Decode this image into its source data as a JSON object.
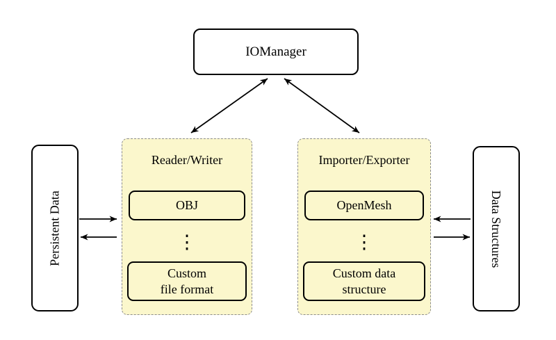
{
  "diagram": {
    "io_manager": {
      "label": "IOManager"
    },
    "persistent_data": {
      "label": "Persistent Data"
    },
    "data_structures": {
      "label": "Data Structures"
    },
    "reader_writer": {
      "label": "Reader/Writer",
      "top_item": "OBJ",
      "dots": "⋮",
      "bottom_item_line1": "Custom",
      "bottom_item_line2": "file format"
    },
    "importer_exporter": {
      "label": "Importer/Exporter",
      "top_item": "OpenMesh",
      "dots": "⋮",
      "bottom_item_line1": "Custom data",
      "bottom_item_line2": "structure"
    },
    "colors": {
      "background": "#FFFFFF",
      "group_fill": "#FBF7CC",
      "group_dashed_border": "#8C8C8C",
      "node_fill": "#FFFFFF",
      "node_border": "#000000",
      "arrow": "#000000"
    }
  }
}
